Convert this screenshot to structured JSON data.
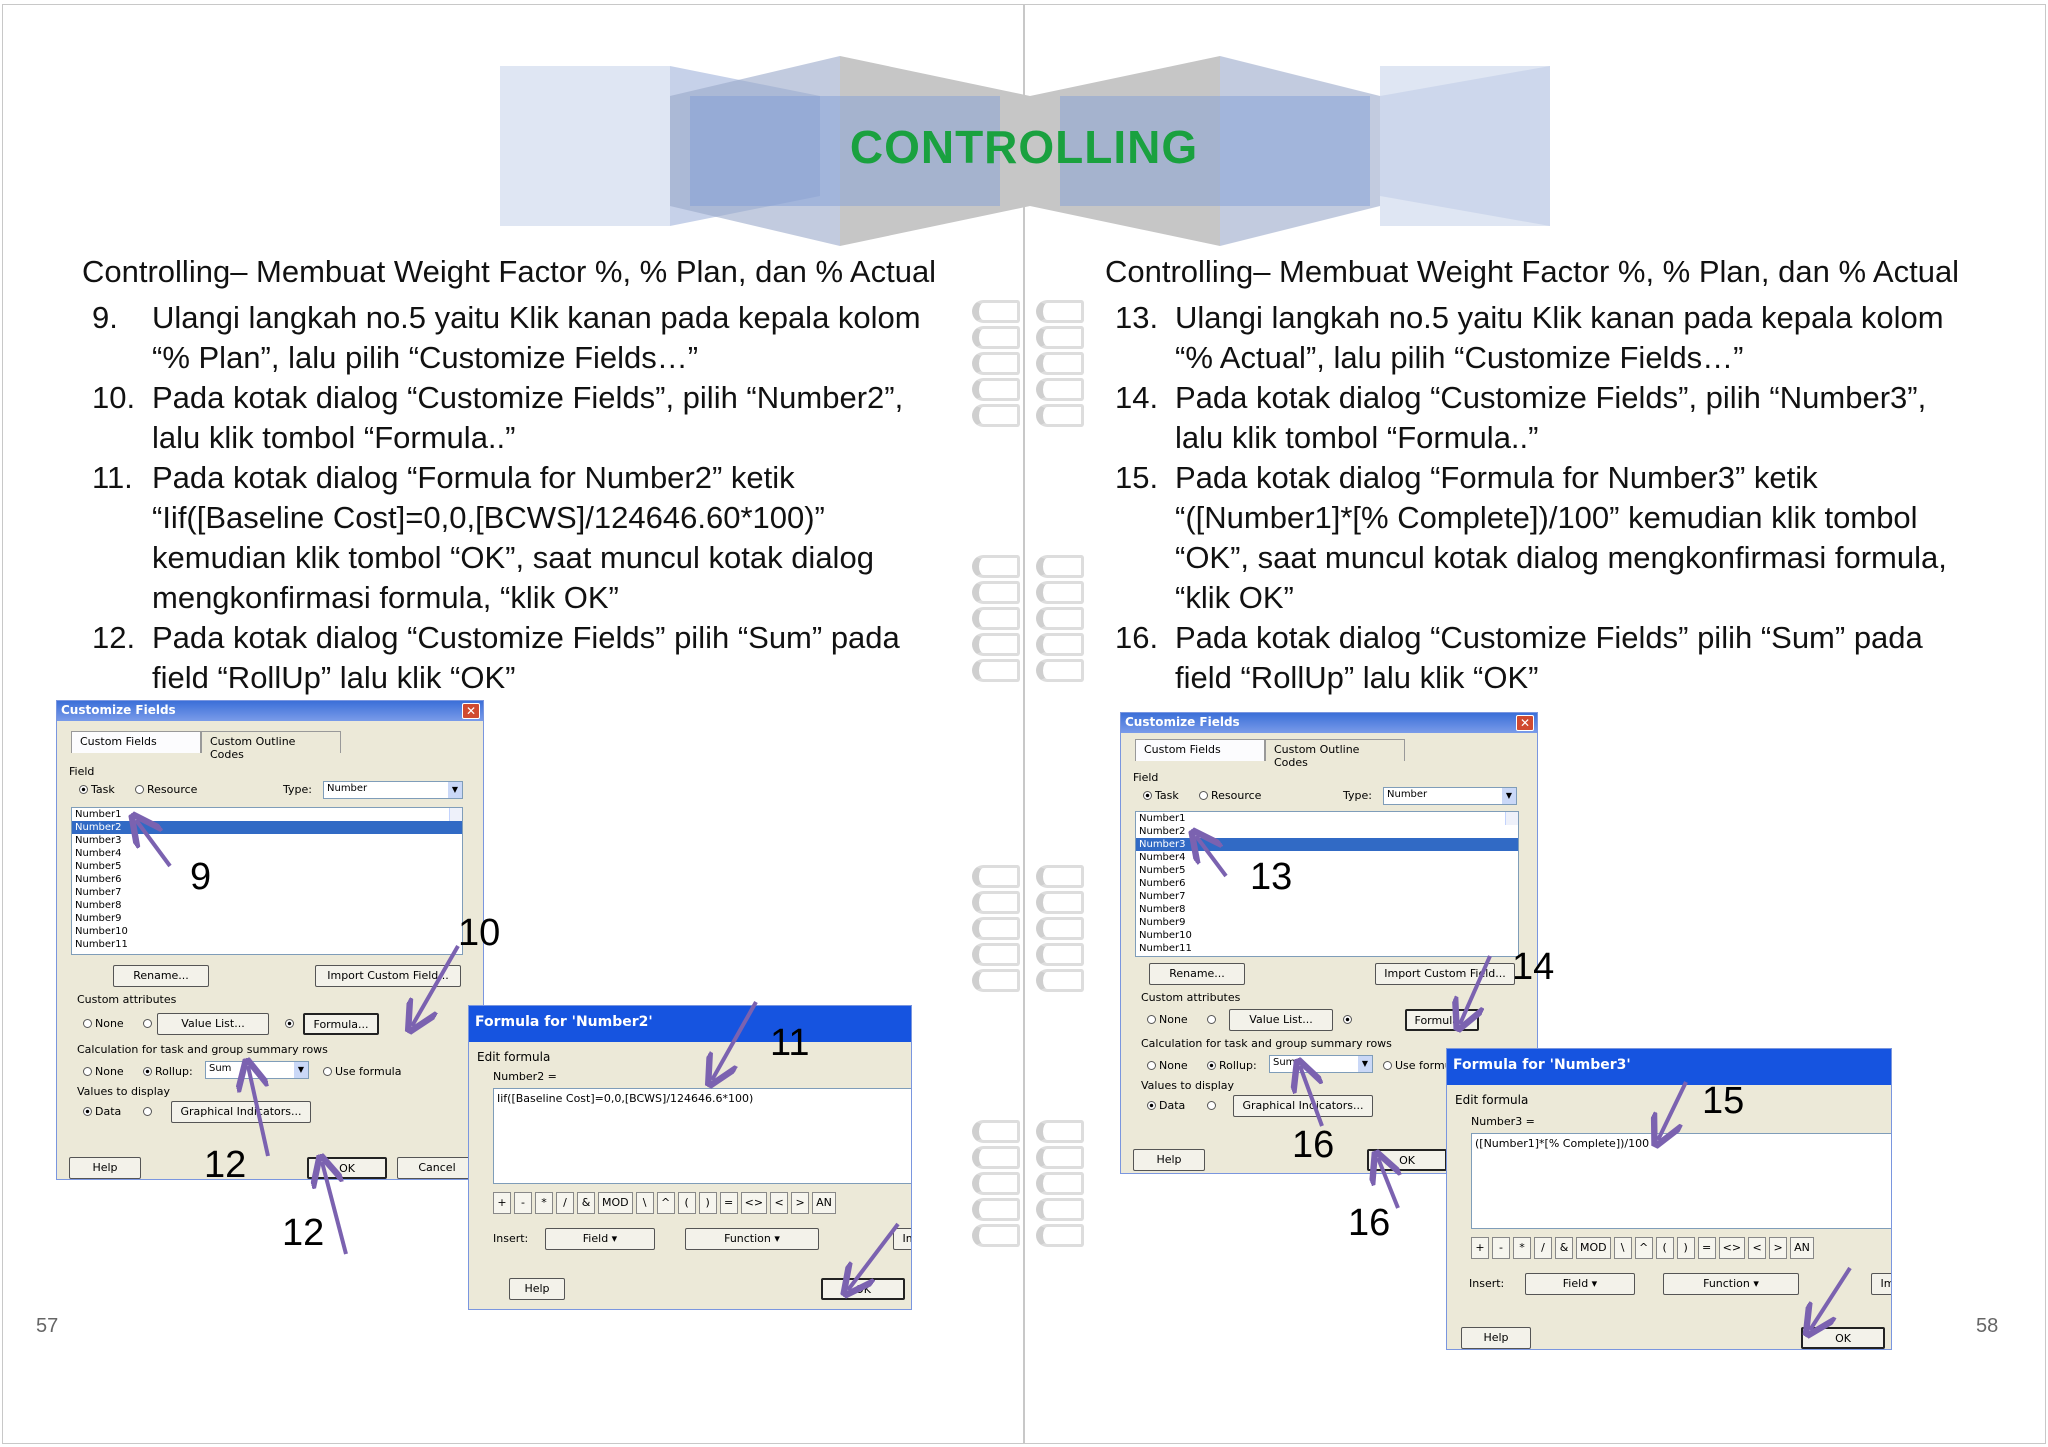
{
  "title": "CONTROLLING",
  "left": {
    "heading": "Controlling– Membuat Weight Factor %, % Plan, dan % Actual",
    "steps": [
      {
        "n": "9.",
        "t": "Ulangi langkah no.5 yaitu Klik kanan pada kepala kolom “% Plan”, lalu pilih “Customize Fields…”"
      },
      {
        "n": "10.",
        "t": "Pada kotak dialog “Customize Fields”, pilih “Number2”, lalu klik tombol “Formula..”"
      },
      {
        "n": "11.",
        "t": "Pada kotak dialog “Formula for Number2” ketik “Iif([Baseline Cost]=0,0,[BCWS]/124646.60*100)” kemudian klik tombol “OK”, saat muncul kotak dialog mengkonfirmasi formula, “klik OK”"
      },
      {
        "n": "12.",
        "t": "Pada kotak dialog “Customize Fields” pilih  “Sum” pada field “RollUp” lalu klik “OK”"
      }
    ],
    "page_number": "57",
    "callouts": [
      "9",
      "10",
      "11",
      "12",
      "12"
    ],
    "customize": {
      "title": "Customize Fields",
      "type_value": "Number",
      "selected": "Number2",
      "rollup": "Sum",
      "items": [
        "Number1",
        "Number2",
        "Number3",
        "Number4",
        "Number5",
        "Number6",
        "Number7",
        "Number8",
        "Number9",
        "Number10",
        "Number11"
      ]
    },
    "formula": {
      "title": "Formula for 'Number2'",
      "field_label": "Number2 =",
      "text": "Iif([Baseline Cost]=0,0,[BCWS]/124646.6*100)"
    }
  },
  "right": {
    "heading": "Controlling– Membuat Weight Factor %, % Plan, dan % Actual",
    "steps": [
      {
        "n": "13.",
        "t": "Ulangi langkah no.5 yaitu Klik kanan pada kepala kolom “% Actual”, lalu pilih “Customize Fields…”"
      },
      {
        "n": "14.",
        "t": "Pada kotak dialog “Customize Fields”, pilih “Number3”, lalu klik tombol “Formula..”"
      },
      {
        "n": "15.",
        "t": "Pada kotak dialog “Formula for Number3” ketik “([Number1]*[% Complete])/100” kemudian klik tombol “OK”, saat muncul kotak dialog mengkonfirmasi formula, “klik OK”"
      },
      {
        "n": "16.",
        "t": "Pada kotak dialog “Customize Fields” pilih  “Sum” pada field “RollUp” lalu klik “OK”"
      }
    ],
    "page_number": "58",
    "callouts": [
      "13",
      "14",
      "15",
      "16",
      "16"
    ],
    "customize": {
      "title": "Customize Fields",
      "type_value": "Number",
      "selected": "Number3",
      "rollup": "Sum",
      "items": [
        "Number1",
        "Number2",
        "Number3",
        "Number4",
        "Number5",
        "Number6",
        "Number7",
        "Number8",
        "Number9",
        "Number10",
        "Number11"
      ]
    },
    "formula": {
      "title": "Formula for 'Number3'",
      "field_label": "Number3 =",
      "text": "([Number1]*[% Complete])/100"
    }
  },
  "ui": {
    "tab_custom_fields": "Custom Fields",
    "tab_outline": "Custom Outline Codes",
    "field": "Field",
    "task": "Task",
    "resource": "Resource",
    "type": "Type:",
    "rename": "Rename...",
    "import": "Import Custom Field...",
    "custom_attributes": "Custom attributes",
    "none": "None",
    "value_list": "Value List...",
    "formula": "Formula...",
    "calc_label": "Calculation for task and group summary rows",
    "rollup": "Rollup:",
    "use_formula": "Use formula",
    "values_display": "Values to display",
    "data": "Data",
    "graphical": "Graphical Indicators...",
    "help": "Help",
    "ok": "OK",
    "cancel": "Cancel",
    "edit_formula": "Edit formula",
    "insert": "Insert:",
    "field_btn": "Field ▾",
    "function_btn": "Function ▾",
    "imp": "Imp",
    "ops": [
      "+",
      "-",
      "*",
      "/",
      "&",
      "MOD",
      "\\",
      "^",
      "(",
      ")",
      "=",
      "<>",
      "<",
      ">",
      "AN"
    ]
  },
  "colors": {
    "title": "#1aa13f",
    "arrow": "#7b62b0",
    "titlebar": "#1654e0"
  }
}
